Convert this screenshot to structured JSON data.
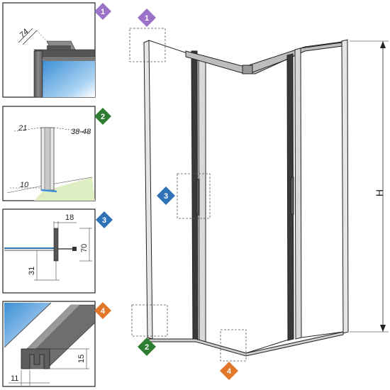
{
  "panels": {
    "p1": {
      "marker": "1",
      "dimension": "74"
    },
    "p2": {
      "marker": "2",
      "dim_top_left": "21",
      "dim_top_right": "38-48",
      "dim_bottom": "10"
    },
    "p3": {
      "marker": "3",
      "dim_width": "18",
      "dim_height": "70",
      "dim_offset": "31"
    },
    "p4": {
      "marker": "4",
      "dim_height": "15",
      "dim_width": "11"
    }
  },
  "main": {
    "markers": [
      "1",
      "2",
      "3",
      "4"
    ],
    "height_label": "H"
  },
  "colors": {
    "marker_1": "#9b72c8",
    "marker_2": "#2e7d32",
    "marker_3": "#2f72b8",
    "marker_4": "#e0772a",
    "glass_blue": "#4a9fe0",
    "profile_gray": "#6b6b6b",
    "floor_green": "#dfeec2"
  }
}
